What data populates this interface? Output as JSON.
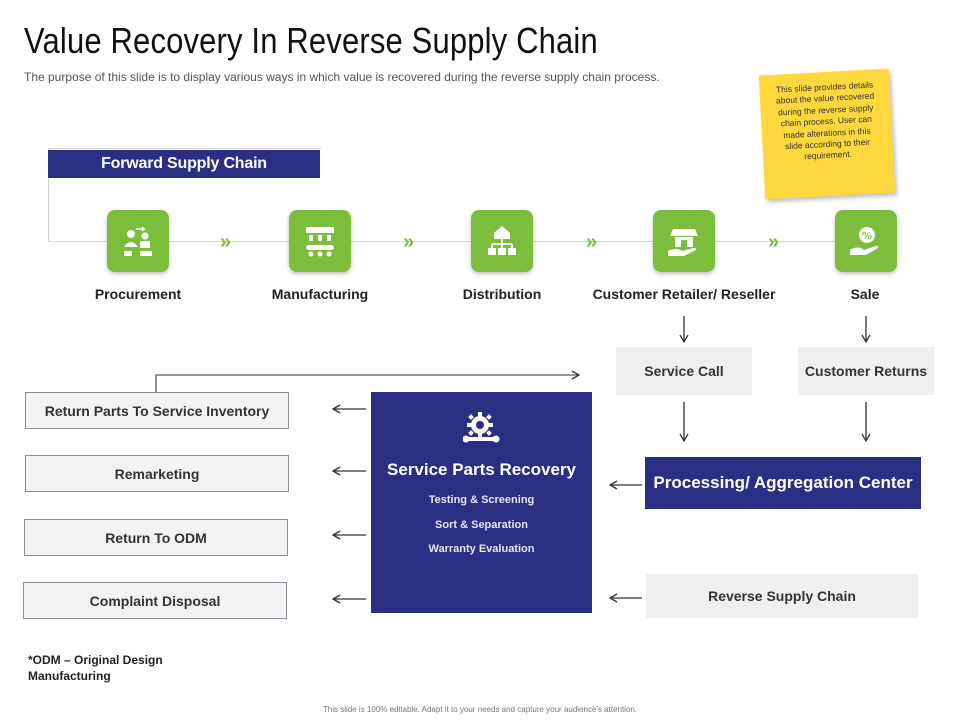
{
  "title": "Value Recovery In Reverse Supply Chain",
  "subtitle": "The purpose of this slide is to display various ways in which value is recovered  during the reverse  supply chain process.",
  "sticky_note": "This slide provides details about the value recovered during the reverse supply chain process. User can made alterations in this slide according to their requirement.",
  "forward_supply_chain": {
    "label": "Forward Supply Chain",
    "stages": [
      {
        "label": "Procurement",
        "icon": "procurement-icon"
      },
      {
        "label": "Manufacturing",
        "icon": "manufacturing-icon"
      },
      {
        "label": "Distribution",
        "icon": "distribution-icon"
      },
      {
        "label": "Customer Retailer/ Reseller",
        "icon": "store-icon"
      },
      {
        "label": "Sale",
        "icon": "sale-icon"
      }
    ],
    "separator": "»"
  },
  "service_call": "Service Call",
  "customer_returns": "Customer Returns",
  "processing_center": "Processing/ Aggregation Center",
  "reverse_supply_chain": "Reverse Supply Chain",
  "service_parts_recovery": {
    "title": "Service Parts Recovery",
    "icon": "gear-wrench-icon",
    "items": [
      "Testing & Screening",
      "Sort & Separation",
      "Warranty Evaluation"
    ]
  },
  "outcomes": [
    "Return Parts To Service Inventory",
    "Remarketing",
    "Return To ODM",
    "Complaint Disposal"
  ],
  "footnote": [
    "*ODM – Original Design",
    "Manufacturing"
  ],
  "footer": "This slide is 100% editable.  Adapt it to your needs and capture your audience's attention.",
  "colors": {
    "navy": "#2b2f84",
    "green": "#7cbe3c",
    "sticky": "#ffd83d",
    "gray_box": "#efefef"
  }
}
